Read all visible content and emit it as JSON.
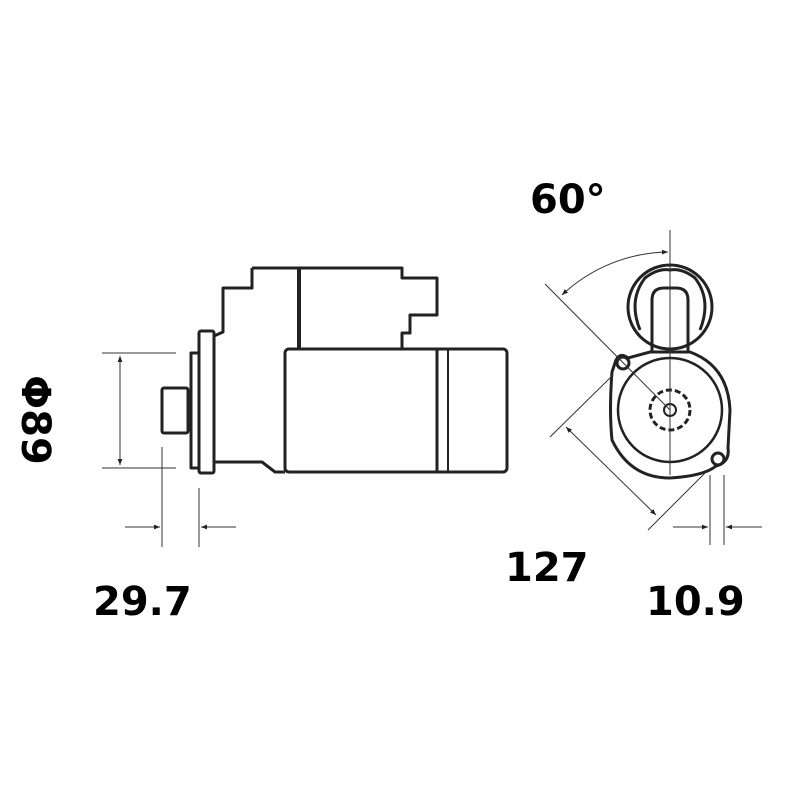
{
  "dimensions": {
    "angle": "60°",
    "diameter": "Φ89",
    "flange_offset": "29.7",
    "bolt_spacing": "127",
    "hole_offset": "10.9"
  },
  "colors": {
    "line": "#222222",
    "background": "#ffffff"
  }
}
